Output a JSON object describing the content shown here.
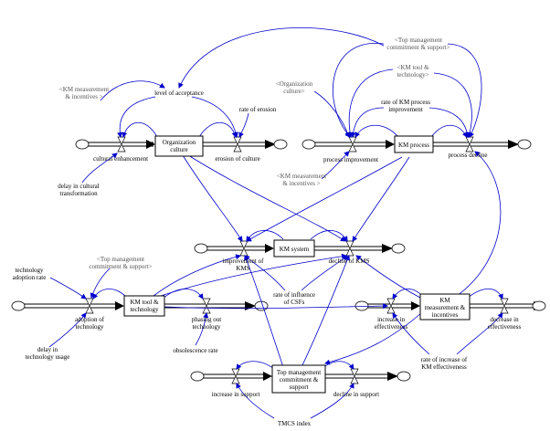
{
  "colors": {
    "link": "#0000cc",
    "line": "#000000",
    "background": "#ffffff",
    "shadow_text": "#555555"
  },
  "stocks": {
    "org_culture": "Organization culture",
    "km_process": "KM process",
    "km_system": "KM system",
    "km_tool": "KM tool & technology",
    "km_measurement": "KM measurement & incentives",
    "top_mgmt": "Top management commitment & support"
  },
  "flows": {
    "cultural_enhancement": "cultural enhancement",
    "erosion_of_culture": "erosion of culture",
    "process_improvement": "process improvement",
    "process_decline": "process decline",
    "improvement_of_kms": "improvement of KMS",
    "decline_of_kms": "decline of KMS",
    "adoption_of_technology": "adoption of technology",
    "phasing_out_technology": "phasing out technology",
    "increase_in_effectiveness": "increase in effectiveness",
    "decrease_in_effectiveness": "decrease in effectiveness",
    "increase_in_support": "increase in support",
    "decline_in_support": "decline in support"
  },
  "auxiliaries": {
    "level_of_acceptance": "level of acceptance",
    "rate_of_erosion": "rate of erosion",
    "delay_in_cultural_transformation": "delay in cultural transformation",
    "rate_of_km_process_improvement": "rate of KM process improvement",
    "rate_of_influence_of_csfs": "rate of influence of CSFs",
    "technology_adoption_rate": "technology adoption rate",
    "delay_in_technology_usage": "delay in technology usage",
    "obsolescence_rate": "obsolescence rate",
    "rate_of_increase_of_km_effectiveness": "rate of increase of KM effectiveness",
    "tmcs_index": "TMCS index"
  },
  "shadows": {
    "km_measurement_incentives_1": "<KM measurement & incentives>",
    "top_mgmt_1": "<Top management commitment & support>",
    "km_tool_technology_1": "<KM tool & technology>",
    "organization_culture_1": "<Organization culture>",
    "km_measurement_incentives_2": "<KM measurement & incentives>",
    "top_mgmt_2": "<Top management commitment & support>"
  }
}
